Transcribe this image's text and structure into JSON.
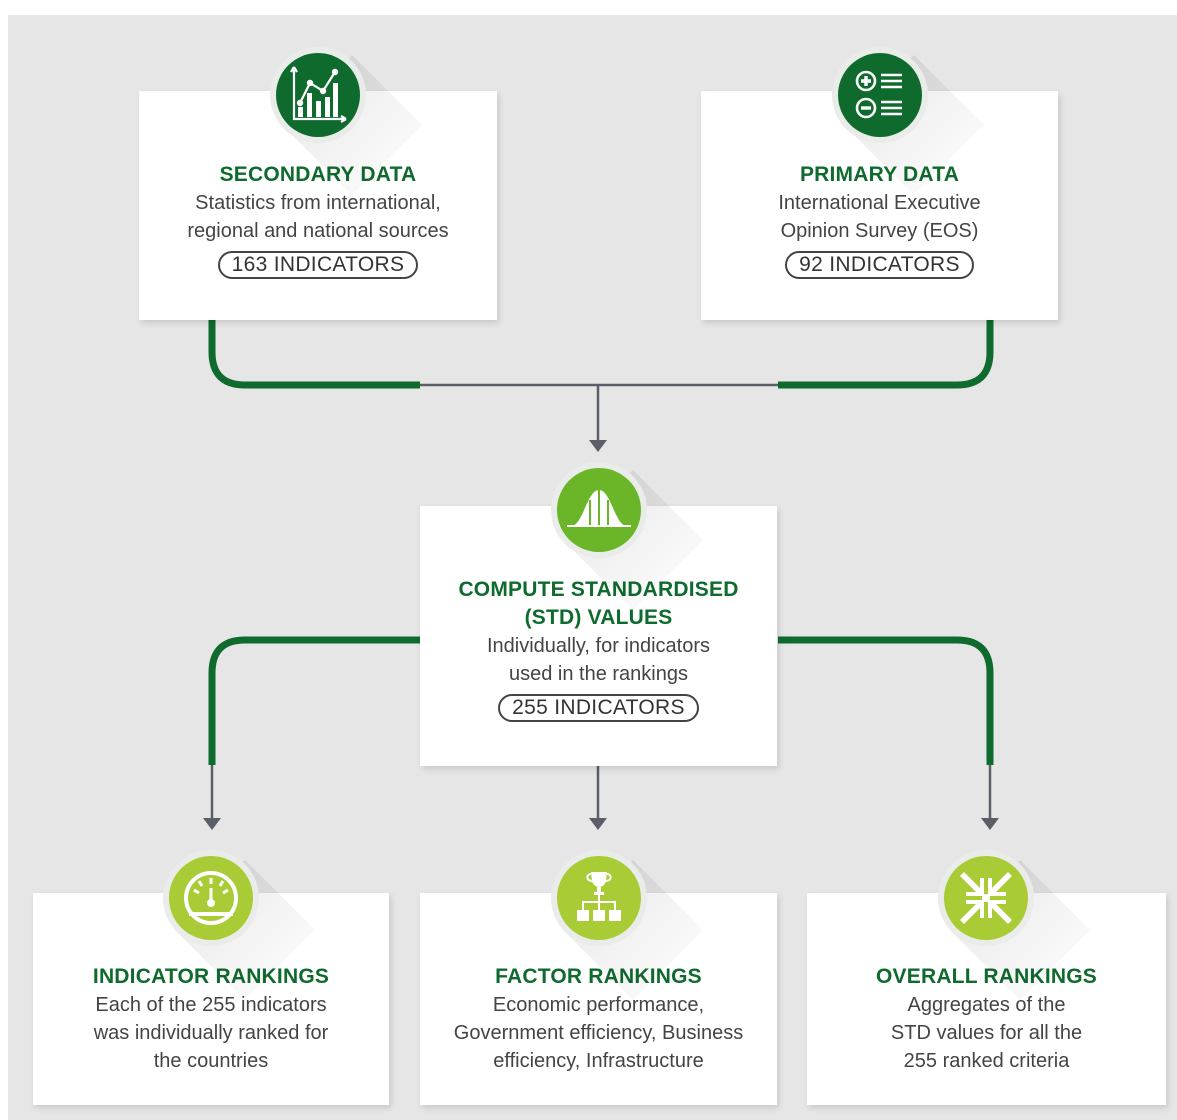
{
  "colors": {
    "dark_green": "#0f6a2e",
    "mid_green": "#6bb528",
    "light_green": "#a9cb35",
    "connector_green": "#0f6a2e",
    "arrow_grey": "#5a5e66",
    "background": "#e6e6e7"
  },
  "secondary": {
    "title": "SECONDARY DATA",
    "line1": "Statistics from international,",
    "line2": "regional and national sources",
    "count": "163 INDICATORS",
    "icon": "bar-chart-trend-icon"
  },
  "primary": {
    "title": "PRIMARY DATA",
    "line1": "International Executive",
    "line2": "Opinion Survey (EOS)",
    "count": "92 INDICATORS",
    "icon": "plus-minus-list-icon"
  },
  "compute": {
    "title1": "COMPUTE STANDARDISED",
    "title2": "(STD) VALUES",
    "line1": "Individually, for indicators",
    "line2": "used in the rankings",
    "count": "255 INDICATORS",
    "icon": "bell-curve-icon"
  },
  "indicator": {
    "title": "INDICATOR RANKINGS",
    "line1": "Each of the 255 indicators",
    "line2": "was individually ranked for",
    "line3": "the countries",
    "icon": "gauge-icon"
  },
  "factor": {
    "title": "FACTOR RANKINGS",
    "line1": "Economic performance,",
    "line2": "Government efficiency, Business",
    "line3": "efficiency, Infrastructure",
    "icon": "trophy-hierarchy-icon"
  },
  "overall": {
    "title": "OVERALL RANKINGS",
    "line1": "Aggregates of the",
    "line2": "STD values for all the",
    "line3": "255 ranked criteria",
    "icon": "converging-arrows-icon"
  }
}
